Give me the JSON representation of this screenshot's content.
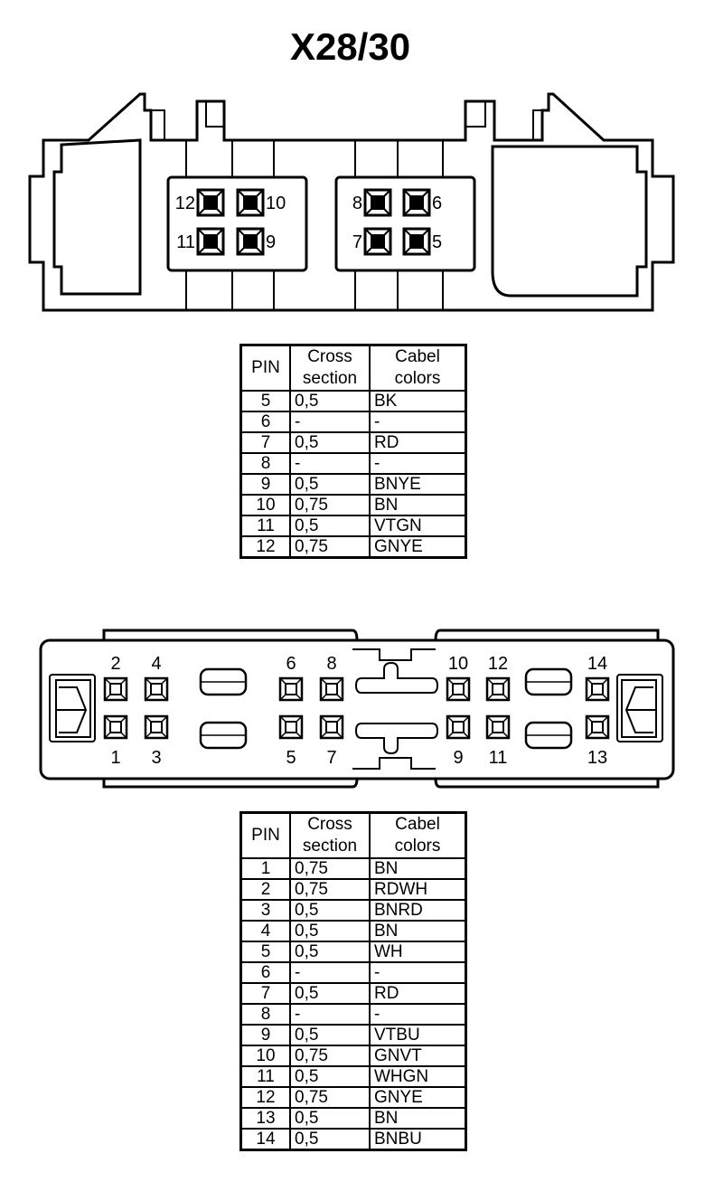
{
  "title": "X28/30",
  "connector1": {
    "pin_labels": [
      "12",
      "10",
      "11",
      "9",
      "8",
      "6",
      "7",
      "5"
    ]
  },
  "connector2": {
    "pin_labels": [
      "2",
      "4",
      "6",
      "8",
      "10",
      "12",
      "14",
      "1",
      "3",
      "5",
      "7",
      "9",
      "11",
      "13"
    ]
  },
  "table1": {
    "headers": {
      "pin": "PIN",
      "section_top": "Cross",
      "section_bottom": "section",
      "color_top": "Cabel",
      "color_bottom": "colors"
    },
    "rows": [
      {
        "pin": "5",
        "section": "0,5",
        "color": "BK"
      },
      {
        "pin": "6",
        "section": "-",
        "color": "-"
      },
      {
        "pin": "7",
        "section": "0,5",
        "color": "RD"
      },
      {
        "pin": "8",
        "section": "-",
        "color": "-"
      },
      {
        "pin": "9",
        "section": "0,5",
        "color": "BNYE"
      },
      {
        "pin": "10",
        "section": "0,75",
        "color": "BN"
      },
      {
        "pin": "11",
        "section": "0,5",
        "color": "VTGN"
      },
      {
        "pin": "12",
        "section": "0,75",
        "color": "GNYE"
      }
    ]
  },
  "table2": {
    "headers": {
      "pin": "PIN",
      "section_top": "Cross",
      "section_bottom": "section",
      "color_top": "Cabel",
      "color_bottom": "colors"
    },
    "rows": [
      {
        "pin": "1",
        "section": "0,75",
        "color": "BN"
      },
      {
        "pin": "2",
        "section": "0,75",
        "color": "RDWH"
      },
      {
        "pin": "3",
        "section": "0,5",
        "color": "BNRD"
      },
      {
        "pin": "4",
        "section": "0,5",
        "color": "BN"
      },
      {
        "pin": "5",
        "section": "0,5",
        "color": "WH"
      },
      {
        "pin": "6",
        "section": "-",
        "color": "-"
      },
      {
        "pin": "7",
        "section": "0,5",
        "color": "RD"
      },
      {
        "pin": "8",
        "section": "-",
        "color": "-"
      },
      {
        "pin": "9",
        "section": "0,5",
        "color": "VTBU"
      },
      {
        "pin": "10",
        "section": "0,75",
        "color": "GNVT"
      },
      {
        "pin": "11",
        "section": "0,5",
        "color": "WHGN"
      },
      {
        "pin": "12",
        "section": "0,75",
        "color": "GNYE"
      },
      {
        "pin": "13",
        "section": "0,5",
        "color": "BN"
      },
      {
        "pin": "14",
        "section": "0,5",
        "color": "BNBU"
      }
    ]
  }
}
